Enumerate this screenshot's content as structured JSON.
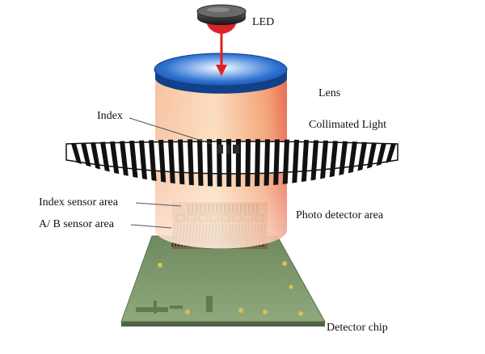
{
  "labels": {
    "led": "LED",
    "lens": "Lens",
    "collimated_light": "Collimated Light",
    "index": "Index",
    "index_sensor_area": "Index sensor area",
    "ab_sensor_area": "A/ B sensor area",
    "photo_detector_area": "Photo detector area",
    "detector_chip": "Detector chip"
  },
  "colors": {
    "lens_blue": "#1f63c9",
    "light_orange": "#f29a5c",
    "beam_red": "#e02020",
    "chip_green": "#7d9a6a",
    "scale_black": "#111111"
  }
}
